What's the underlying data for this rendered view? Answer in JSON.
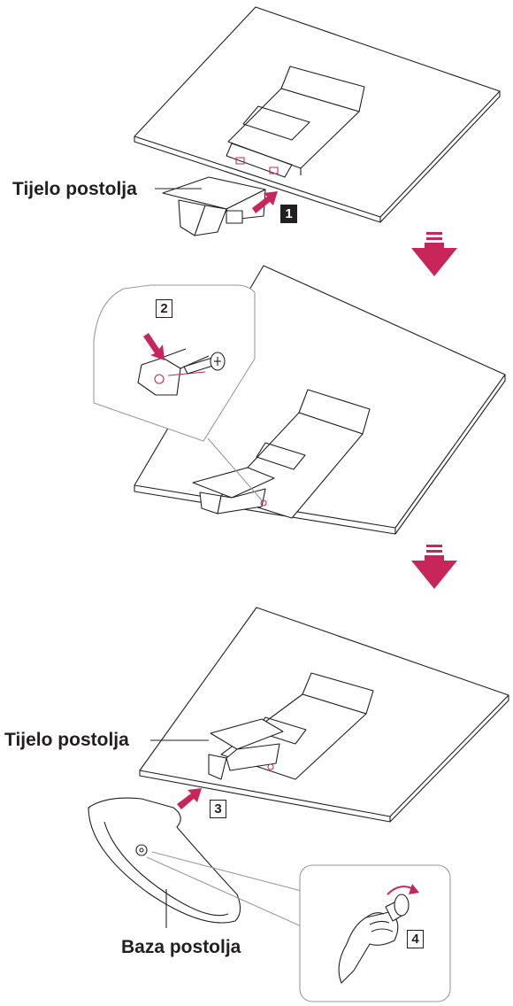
{
  "labels": {
    "stand_body_1": "Tijelo postolja",
    "stand_body_2": "Tijelo postolja",
    "stand_base": "Baza postolja"
  },
  "steps": {
    "s1": "1",
    "s2": "2",
    "s3": "3",
    "s4": "4"
  },
  "colors": {
    "accent": "#c8265a",
    "line": "#231f20"
  }
}
